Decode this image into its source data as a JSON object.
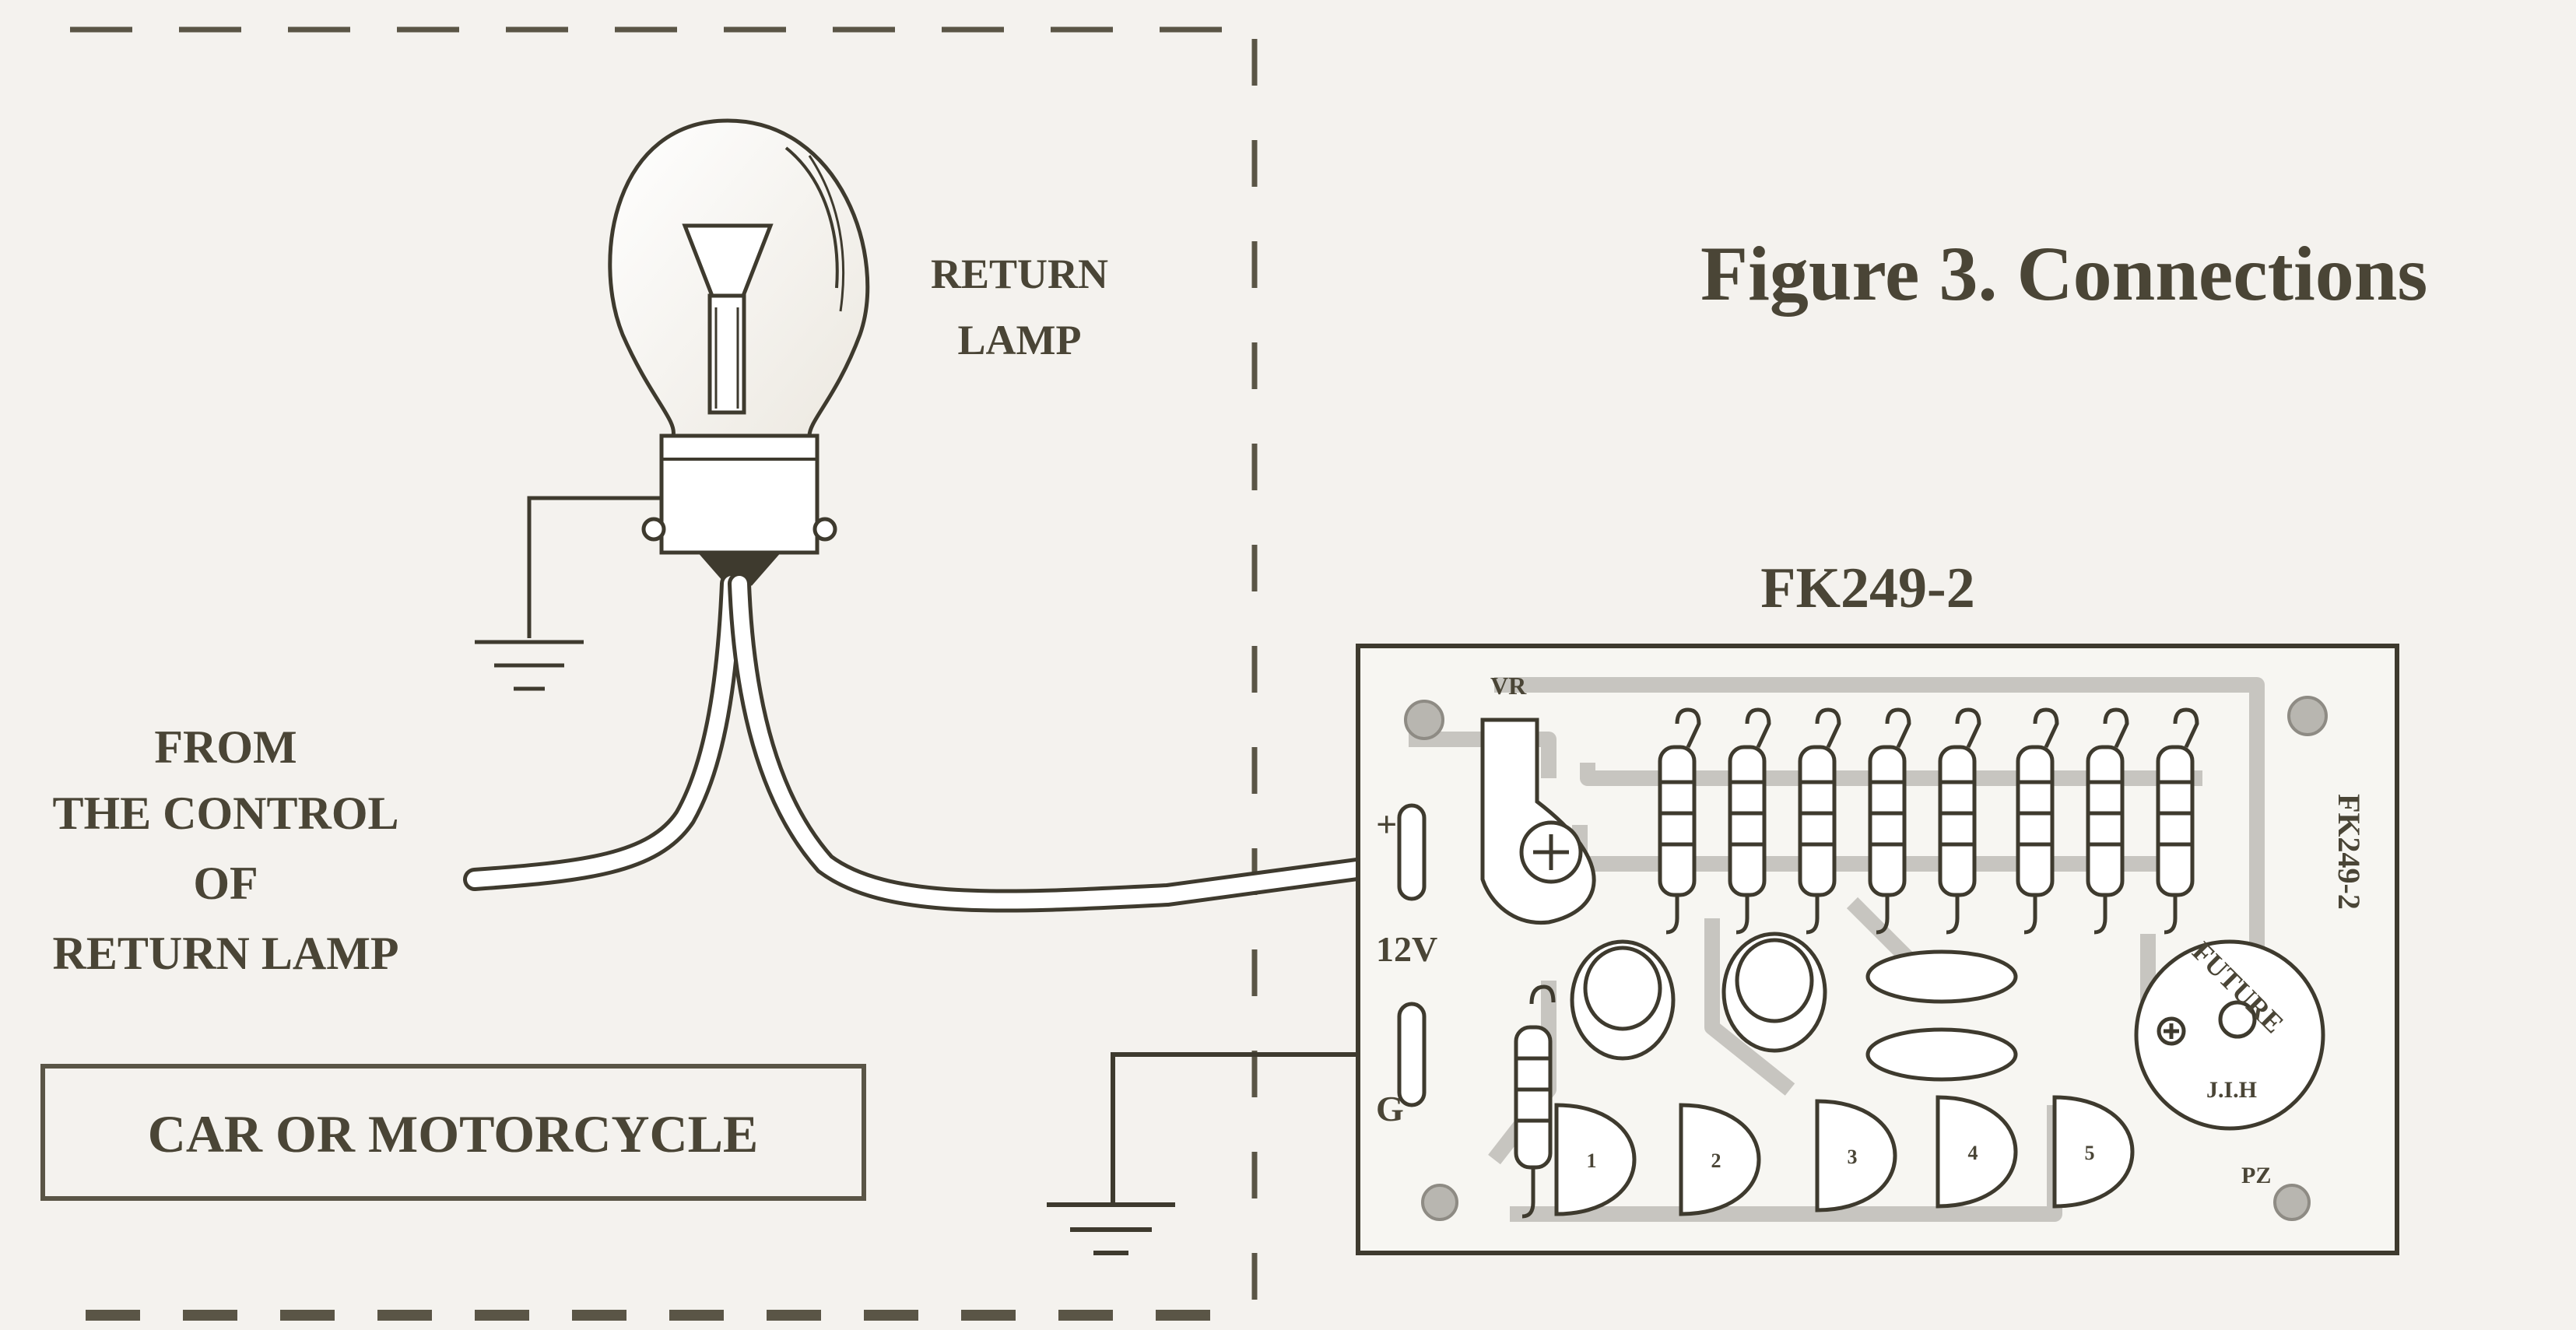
{
  "figure_title": "Figure 3. Connections",
  "board_name": "FK249-2",
  "lamp_label": {
    "line1": "RETURN",
    "line2": "LAMP"
  },
  "from_label": {
    "line1": "FROM",
    "line2": "THE CONTROL",
    "line3": "OF",
    "line4": "RETURN LAMP"
  },
  "vehicle_box": "CAR OR MOTORCYCLE",
  "board": {
    "terminal_plus": "+",
    "voltage": "12V",
    "terminal_ground": "G",
    "trimmer": "VR",
    "buzzer": "PZ",
    "buzzer_brand": "FUTURE",
    "buzzer_model": "J.I.H",
    "pcb_code": "FK249-2",
    "transistors": [
      "1",
      "2",
      "3",
      "4",
      "5"
    ]
  },
  "colors": {
    "ink": "#4a4536",
    "line": "#5a5546",
    "paper": "#f4f2ee",
    "pcb": "#c7c5c0"
  }
}
